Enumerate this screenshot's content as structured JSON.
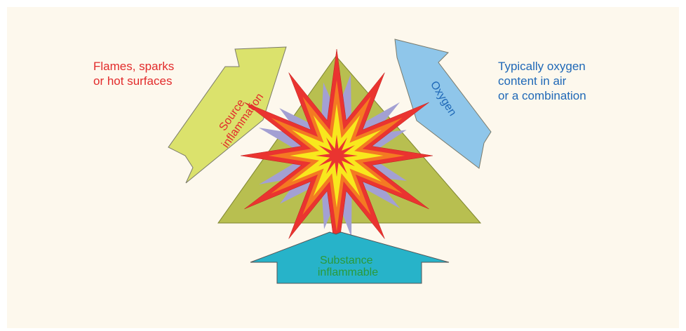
{
  "annotations": {
    "left_line1": "Flames, sparks",
    "left_line2": "or hot surfaces",
    "right_line1": "Typically oxygen",
    "right_line2": "content in air",
    "right_line3": "or a combination"
  },
  "arrows": {
    "source_line1": "Source",
    "source_line2": "inflammation",
    "oxygen": "Oxygen",
    "substance_line1": "Substance",
    "substance_line2": "inflammable"
  },
  "colors": {
    "background": "#fdf8ed",
    "triangle": "#b8bf50",
    "source_arrow": "#dbe26c",
    "oxygen_arrow": "#8fc6ea",
    "substance_arrow": "#27b3c9",
    "red_text": "#e22b2b",
    "blue_text": "#1f68b7",
    "green_text": "#2a9a3a",
    "burst_red": "#ea3430",
    "burst_orange": "#f47a22",
    "burst_yellow": "#f8e81d",
    "burst_purple": "#a3a0d3"
  }
}
